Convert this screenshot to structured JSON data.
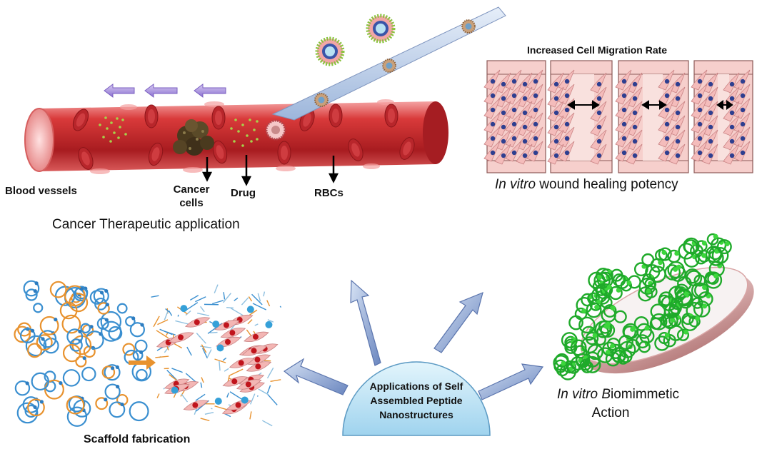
{
  "labels": {
    "increased_migration": "Increased  Cell Migration Rate",
    "wound_healing_italic": "In vitro",
    "wound_healing_rest": " wound healing potency",
    "blood_vessels": "Blood vessels",
    "cancer_cells_1": "Cancer",
    "cancer_cells_2": "cells",
    "drug": "Drug",
    "rbcs": "RBCs",
    "cancer_therapeutic": "Cancer  Therapeutic application",
    "center_1": "Applications of  Self",
    "center_2": "Assembled Peptide",
    "center_3": "Nanostructures",
    "biomimetic_italic": "In vitro ",
    "biomimetic_b": "B",
    "biomimetic_rest": "iomimmetic",
    "biomimetic_2": "Action",
    "scaffold": "Scaffold fabrication"
  },
  "colors": {
    "vessel": "#c8262a",
    "vessel_light": "#f29a9a",
    "arrow_purple": "#9b7fd6",
    "arrow_blue": "#6f8fc8",
    "dome": "#bfe6f7",
    "cell_pink": "#f2b8b6",
    "nucleus": "#2c3f8f",
    "green_mesh": "#2fbf2f",
    "scaffold_orange": "#e8922e",
    "scaffold_blue": "#3a8fd0"
  }
}
